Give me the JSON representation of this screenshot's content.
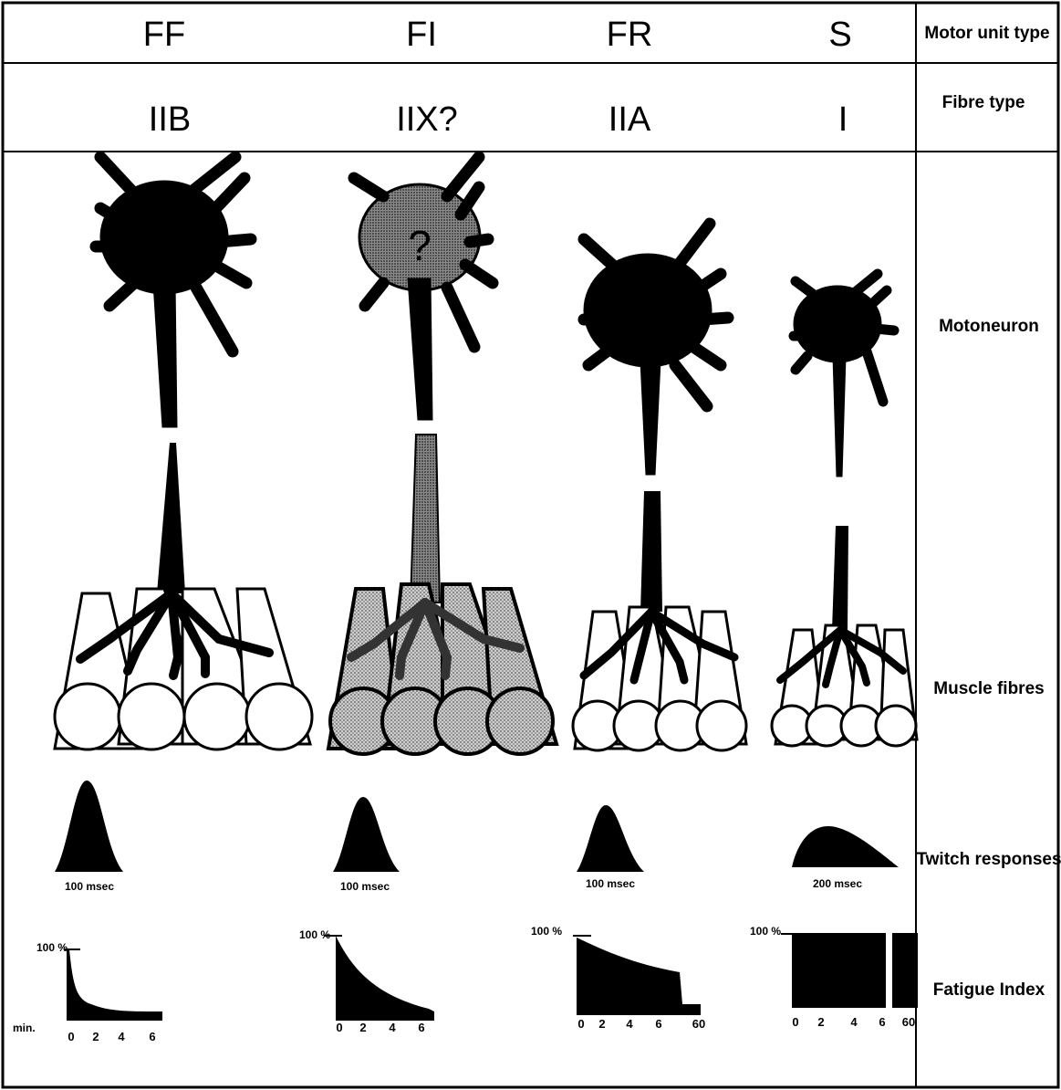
{
  "header": {
    "motor_unit_types": [
      "FF",
      "FI",
      "FR",
      "S"
    ],
    "fibre_types": [
      "IIB",
      "IIX?",
      "IIA",
      "I"
    ]
  },
  "row_labels": {
    "motor_unit_type": "Motor unit type",
    "fibre_type": "Fibre type",
    "motoneuron": "Motoneuron",
    "muscle_fibres": "Muscle fibres",
    "twitch_responses": "Twitch responses",
    "fatigue_index": "Fatigue Index"
  },
  "motoneuron_marks": [
    "?"
  ],
  "twitch": {
    "labels": [
      "100 msec",
      "100 msec",
      "100 msec",
      "200 msec"
    ]
  },
  "fatigue": {
    "percent_labels": [
      "100 %",
      "100 %",
      "100 %",
      "100 %"
    ],
    "min_label": "min.",
    "ticks_ff": [
      "0",
      "2",
      "4",
      "6"
    ],
    "ticks_fi": [
      "0",
      "2",
      "4",
      "6"
    ],
    "ticks_fr": [
      "0",
      "2",
      "4",
      "6",
      "60"
    ],
    "ticks_s": [
      "0",
      "2",
      "4",
      "6",
      "60"
    ]
  },
  "colors": {
    "ink": "#000000",
    "shade": "#9a9a9a",
    "light_shade": "#c8c8c8"
  }
}
